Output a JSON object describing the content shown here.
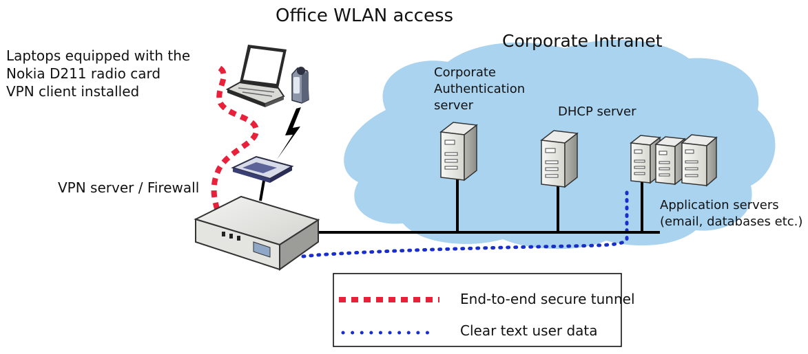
{
  "title": "Office WLAN access",
  "cloud_label": "Corporate Intranet",
  "laptop_label": [
    "Laptops equipped with the",
    "Nokia D211 radio card",
    "VPN client installed"
  ],
  "vpn_label": "VPN server / Firewall",
  "auth_server_label": [
    "Corporate",
    "Authentication",
    "server"
  ],
  "dhcp_label": "DHCP server",
  "app_servers_label": [
    "Application servers",
    "(email, databases etc.)"
  ],
  "legend": {
    "tunnel": "End-to-end secure tunnel",
    "clear": "Clear text user data"
  },
  "colors": {
    "tunnel": "#e8203a",
    "clear": "#1a2ecc",
    "cloud": "#a9d3ef",
    "network_line": "#000000"
  }
}
